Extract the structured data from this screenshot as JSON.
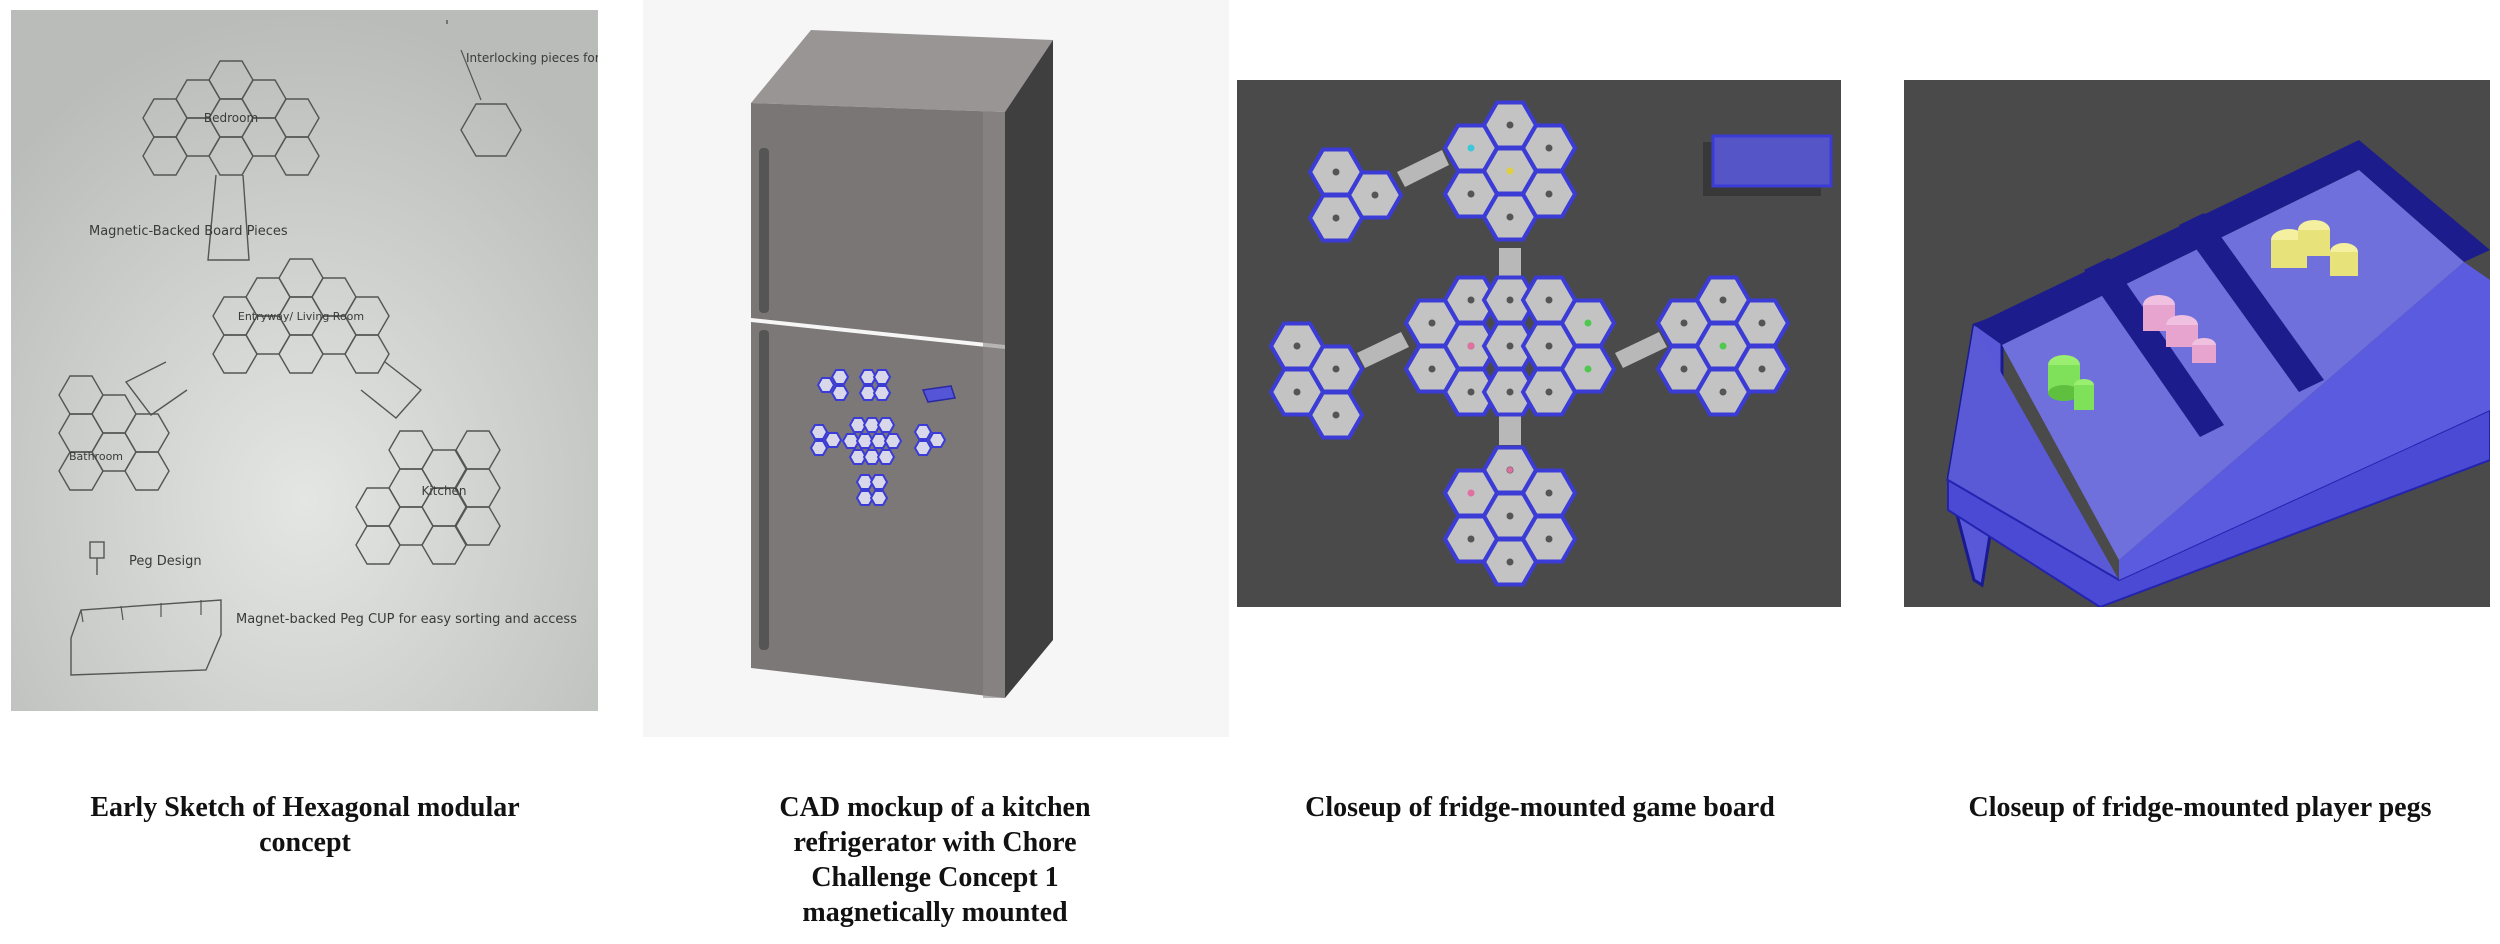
{
  "panels": [
    {
      "id": "sketch",
      "caption": "Early Sketch of Hexagonal modular concept",
      "sketch_notes": {
        "interlocking": "Interlocking pieces for board setup",
        "magnetic": "Magnetic-Backed Board Pieces",
        "bedroom": "Bedroom",
        "entry": "Entryway/ Living Room",
        "bathroom": "Bathroom",
        "kitchen": "Kitchen",
        "peg": "Peg Design",
        "cup": "Magnet-backed Peg CUP for easy sorting and access"
      }
    },
    {
      "id": "cad",
      "caption": "CAD mockup of a kitchen refrigerator with Chore Challenge Concept 1 magnetically mounted"
    },
    {
      "id": "board",
      "caption": "Closeup of fridge-mounted game board"
    },
    {
      "id": "pegs",
      "caption": "Closeup of fridge-mounted player pegs"
    }
  ],
  "colors": {
    "board_blue": "#3b3bd6",
    "hex_fill": "#c3c3c3",
    "cup_blue": "#5555d8",
    "peg_green": "#7fe05a",
    "peg_pink": "#e6a4cf",
    "peg_yellow": "#e8e27a"
  }
}
